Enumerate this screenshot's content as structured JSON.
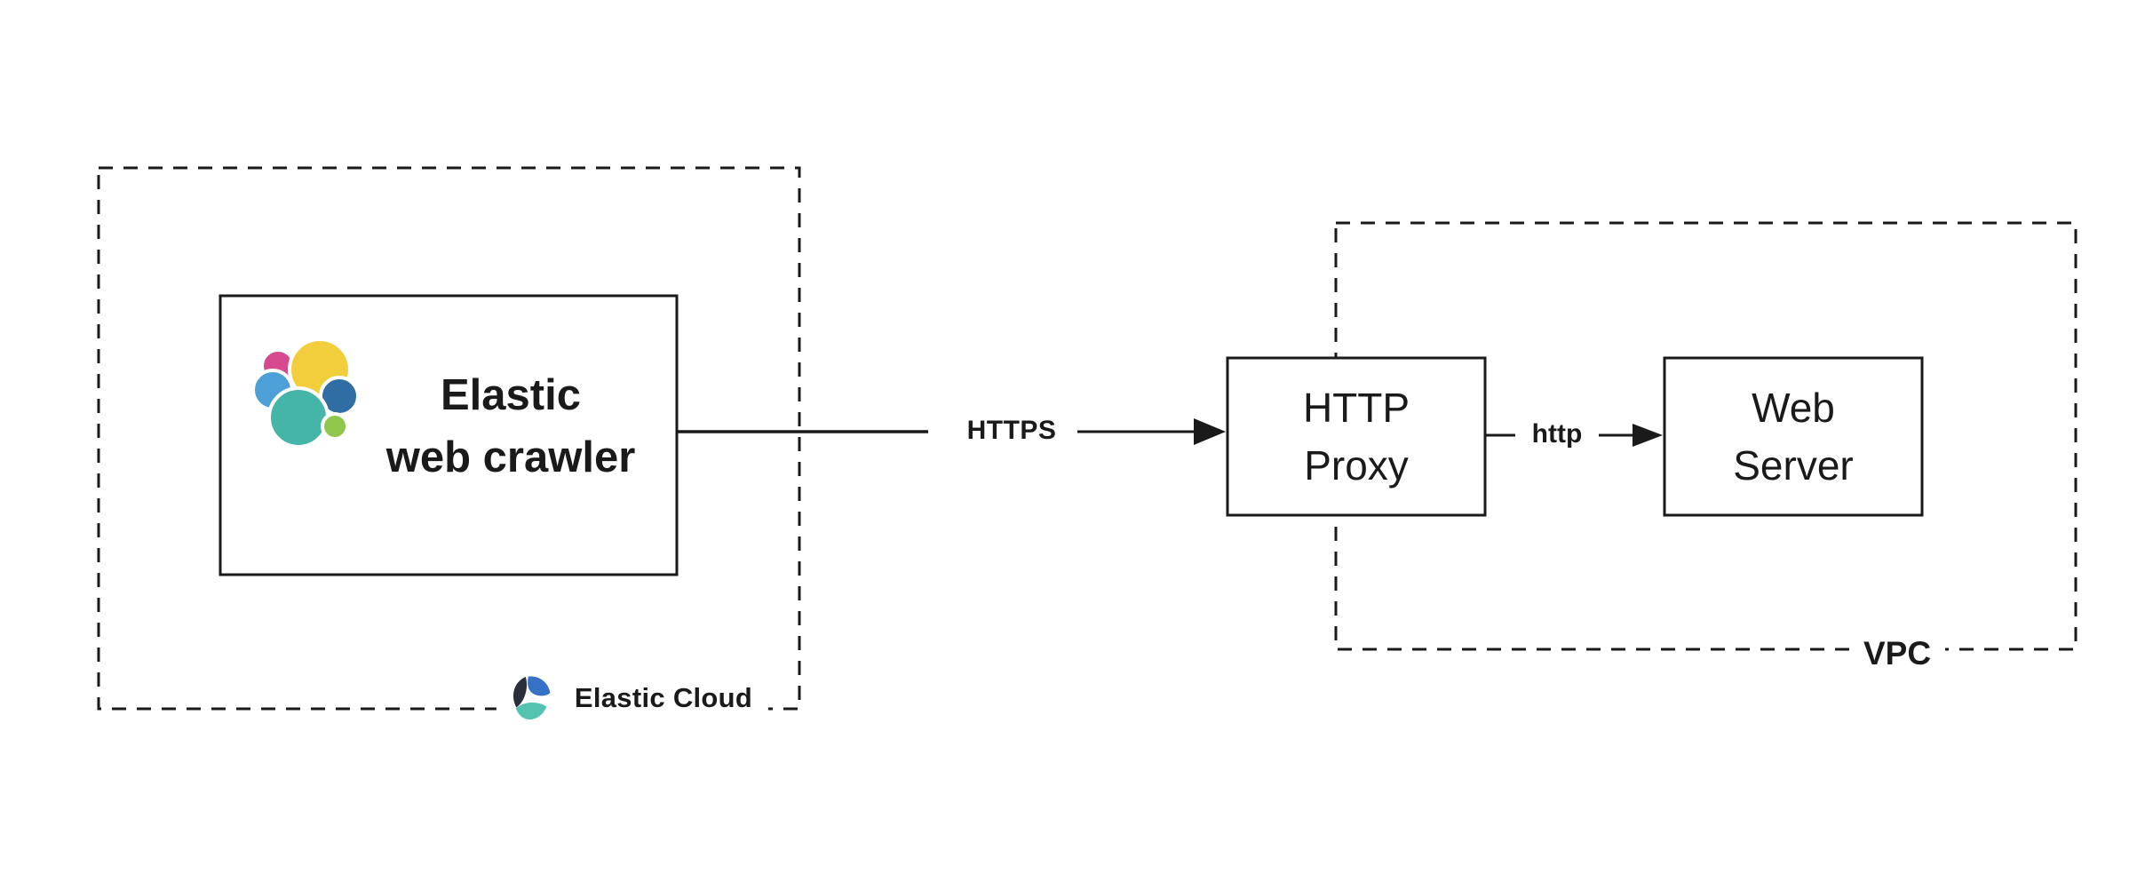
{
  "groups": {
    "elastic_cloud": {
      "label": "Elastic Cloud"
    },
    "vpc": {
      "label": "VPC"
    }
  },
  "nodes": {
    "crawler": {
      "title_line1": "Elastic",
      "title_line2": "web crawler"
    },
    "http_proxy": {
      "title_line1": "HTTP",
      "title_line2": "Proxy"
    },
    "web_server": {
      "title_line1": "Web",
      "title_line2": "Server"
    }
  },
  "connections": {
    "crawler_to_proxy": {
      "label": "HTTPS"
    },
    "proxy_to_web_server": {
      "label": "http"
    }
  },
  "icons": {
    "elasticsearch_logo": {
      "name": "elasticsearch-cluster-logo",
      "colors": {
        "pink": "#D6498F",
        "yellow": "#F3CE3C",
        "light_blue": "#4D9FD8",
        "teal": "#45B5A8",
        "dark_blue": "#2F6DA4",
        "green": "#8FC74A"
      }
    },
    "elastic_cloud_logo": {
      "name": "elastic-cloud-logo",
      "colors": {
        "blue": "#3671C8",
        "dark": "#2B2F3B",
        "teal": "#53C2AF"
      }
    }
  },
  "colors": {
    "ink": "#1a1a1a",
    "background": "#ffffff"
  }
}
